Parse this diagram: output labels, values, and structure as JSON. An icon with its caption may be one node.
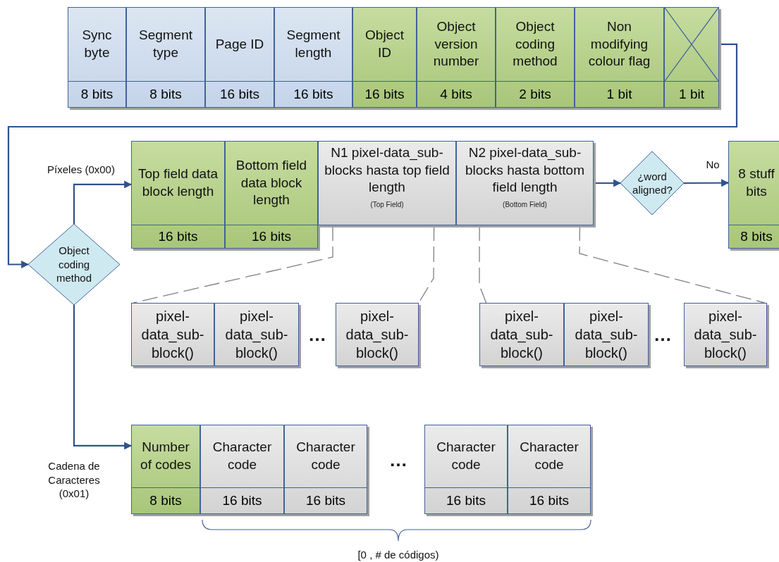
{
  "diagram": {
    "nodes": [
      {
        "text": [
          "Sync byte",
          "8 bits"
        ]
      },
      {
        "text": [
          "Segment type",
          "8 bits"
        ]
      },
      {
        "text": [
          "Page ID",
          "16 bits"
        ]
      },
      {
        "text": [
          "Segment length",
          "16 bits"
        ]
      },
      {
        "text": [
          "Object ID",
          "16 bits"
        ]
      },
      {
        "text": [
          "Object version number",
          "4 bits"
        ]
      },
      {
        "text": [
          "Object coding method",
          "2 bits"
        ]
      },
      {
        "text": [
          "Non modifying colour flag",
          "1 bit"
        ]
      },
      {
        "text": [
          "1 bit"
        ]
      },
      {
        "text": [
          "Object coding method"
        ]
      },
      {
        "text": [
          "Top field data block length",
          "16 bits"
        ]
      },
      {
        "text": [
          "Bottom field data block length",
          "16 bits"
        ]
      },
      {
        "text": [
          "N1 pixel-data_sub-blocks hasta top field length",
          "(Top Field)"
        ]
      },
      {
        "text": [
          "N2 pixel-data_sub-blocks hasta bottom field length",
          "(Bottom Field)"
        ]
      },
      {
        "text": [
          "¿word aligned?"
        ]
      },
      {
        "text": [
          "8 stuff bits",
          "8 bits"
        ]
      },
      {
        "text": [
          "pixel-data_sub-block()"
        ]
      },
      {
        "text": [
          "pixel-data_sub-block()"
        ]
      },
      {
        "text": [
          "pixel-data_sub-block()"
        ]
      },
      {
        "text": [
          "pixel-data_sub-block()"
        ]
      },
      {
        "text": [
          "pixel-data_sub-block()"
        ]
      },
      {
        "text": [
          "pixel-data_sub-block()"
        ]
      },
      {
        "text": [
          "Number of codes",
          "8 bits"
        ]
      },
      {
        "text": [
          "Character code",
          "16 bits"
        ]
      },
      {
        "text": [
          "Character code",
          "16 bits"
        ]
      },
      {
        "text": [
          "Character code",
          "16 bits"
        ]
      },
      {
        "text": [
          "Character code",
          "16 bits"
        ]
      }
    ],
    "edges": [
      {
        "from": 8,
        "to": 9,
        "arrow": "to"
      },
      {
        "from": 9,
        "to": 10,
        "arrow": "to",
        "label": "Píxeles (0x00)"
      },
      {
        "from": 9,
        "to": 22,
        "arrow": "to",
        "label": "Cadena de Caracteres (0x01)"
      },
      {
        "from": 13,
        "to": 14,
        "arrow": "to"
      },
      {
        "from": 14,
        "to": 15,
        "arrow": "to",
        "label": "No"
      },
      {
        "from": 12,
        "to": 16,
        "arrow": "none",
        "style": "dashed",
        "color": "#808080"
      },
      {
        "from": 12,
        "to": 18,
        "arrow": "none",
        "style": "dashed",
        "color": "#808080"
      },
      {
        "from": 13,
        "to": 19,
        "arrow": "none",
        "style": "dashed",
        "color": "#808080"
      },
      {
        "from": 13,
        "to": 21,
        "arrow": "none",
        "style": "dashed",
        "color": "#808080"
      }
    ],
    "labels": [
      "…",
      "…",
      "…",
      "[0 , # de códigos)"
    ]
  }
}
